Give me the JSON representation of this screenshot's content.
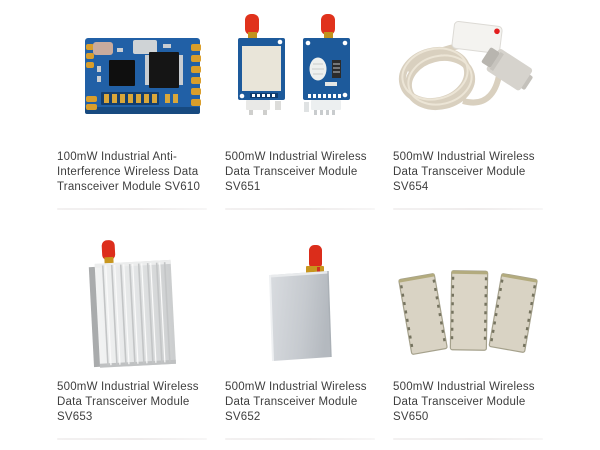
{
  "page": {
    "background": "#ffffff",
    "layout": "product-grid-2x3"
  },
  "colors": {
    "title_text": "#3e3e3e",
    "divider": "#f0eeee",
    "pcb_blue": "#1d5a9b",
    "pcb_blue_bright": "#2160a6",
    "shield_beige": "#e9e5d9",
    "antenna_red": "#dd2e1c",
    "brass_gold": "#c8961e",
    "gold_pad": "#d99e2b",
    "aluminum_silver": "#d9dbdc",
    "box_gray": "#c3c7cc",
    "module_beige": "#d9d3c4",
    "cable_beige": "#d9d0bf"
  },
  "products": [
    {
      "id": "sv610",
      "title": "100mW Industrial Anti-Interference Wireless Data Transceiver Module SV610",
      "image": "blue-pcb-transceiver-module"
    },
    {
      "id": "sv651",
      "title": "500mW Industrial Wireless Data Transceiver Module SV651",
      "image": "two-pcb-boards-with-red-antenna-connectors"
    },
    {
      "id": "sv654",
      "title": "500mW Industrial Wireless Data Transceiver Module SV654",
      "image": "coiled-serial-cable-with-db9-adapter"
    },
    {
      "id": "sv653",
      "title": "500mW Industrial Wireless Data Transceiver Module SV653",
      "image": "ridged-aluminum-case-module-with-antenna"
    },
    {
      "id": "sv652",
      "title": "500mW Industrial Wireless Data Transceiver Module SV652",
      "image": "plain-metal-box-module-with-antenna"
    },
    {
      "id": "sv650",
      "title": "500mW Industrial Wireless Data Transceiver Module SV650",
      "image": "three-beige-smd-modules"
    }
  ]
}
